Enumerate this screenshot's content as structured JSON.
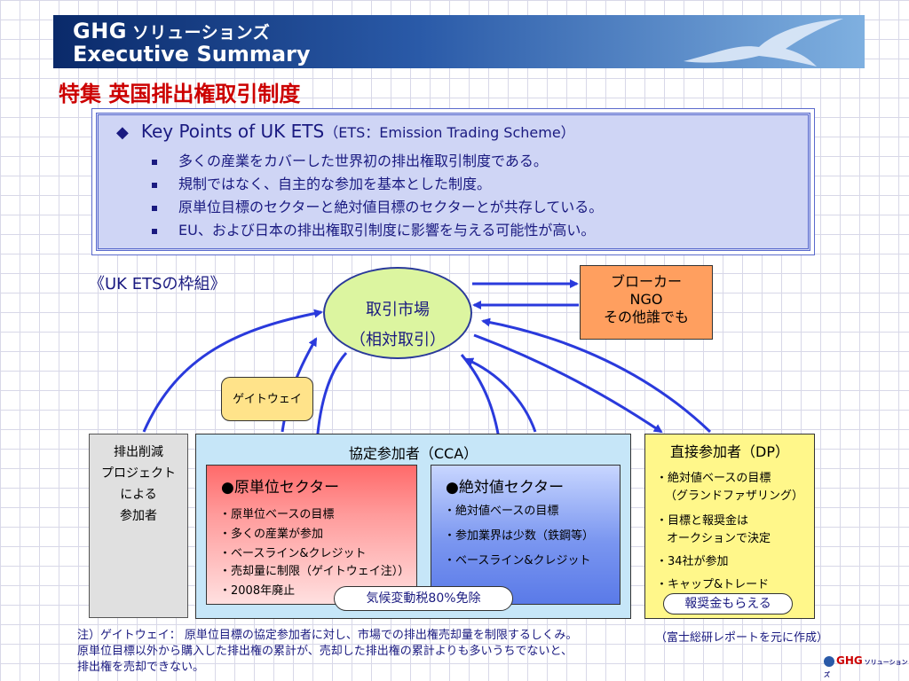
{
  "banner": {
    "line1_brand": "GHG",
    "line1_jp": "ソリューションズ",
    "line2": "Executive Summary"
  },
  "page_title": "特集 英国排出権取引制度",
  "key_points": {
    "title_main": "Key Points of UK ETS",
    "title_sub": "（ETS：Emission Trading Scheme）",
    "items": [
      "多くの産業をカバーした世界初の排出権取引制度である。",
      "規制ではなく、自主的な参加を基本とした制度。",
      "原単位目標のセクターと絶対値目標のセクターとが共存している。",
      "EU、および日本の排出権取引制度に影響を与える可能性が高い。"
    ]
  },
  "framework_title": "《UK ETSの枠組》",
  "market": {
    "line1": "取引市場",
    "line2": "（相対取引）"
  },
  "broker": {
    "line1": "ブローカー",
    "line2": "NGO",
    "line3": "その他誰でも"
  },
  "gateway": "ゲイトウェイ",
  "project_participants": {
    "lines": [
      "排出削減",
      "プロジェクト",
      "による",
      "参加者"
    ]
  },
  "cca": {
    "title": "協定参加者（CCA）",
    "intensity_sector": {
      "title": "●原単位セクター",
      "lines": [
        "・原単位ベースの目標",
        "・多くの産業が参加",
        "・ベースライン&クレジット",
        "・売却量に制限（ゲイトウェイ注））",
        "・2008年廃止"
      ]
    },
    "absolute_sector": {
      "title": "●絶対値セクター",
      "lines": [
        "・絶対値ベースの目標",
        "・参加業界は少数（鉄鋼等）",
        "・ベースライン&クレジット"
      ]
    },
    "tax_exemption": "気候変動税80%免除"
  },
  "dp": {
    "title": "直接参加者（DP）",
    "lines": [
      "・絶対値ベースの目標",
      "（グランドファザリング）",
      "・目標と報奨金は",
      "オークションで決定",
      "・34社が参加",
      "・キャップ&トレード"
    ],
    "reward": "報奨金もらえる"
  },
  "notes": [
    "注）ゲイトウェイ： 原単位目標の協定参加者に対し、市場での排出権売却量を制限するしくみ。",
    "原単位目標以外から購入した排出権の累計が、売却した排出権の累計よりも多いうちでないと、",
    "排出権を売却できない。"
  ],
  "source": "（富士総研レポートを元に作成）",
  "logo": {
    "brand": "GHG",
    "sub": "ソリューションズ"
  },
  "colors": {
    "arrow": "#2a3adc",
    "title_red": "#cc0000",
    "text_navy": "#1a1a80"
  }
}
